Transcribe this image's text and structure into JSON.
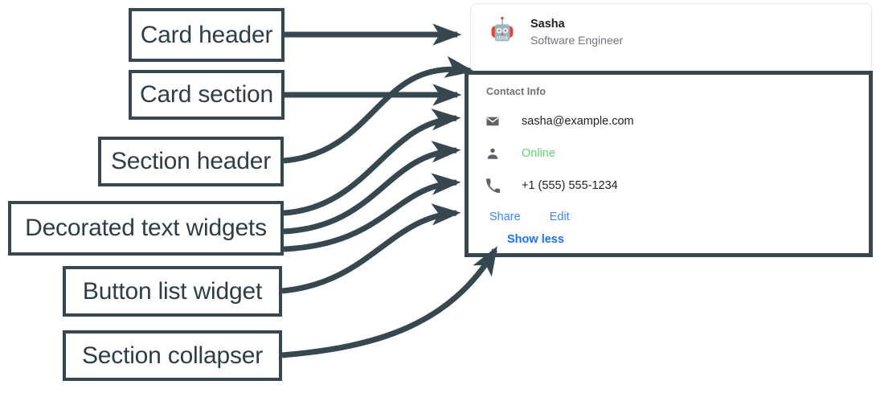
{
  "annotation_color": "#37474f",
  "labels": [
    {
      "id": "card-header",
      "text": "Card header"
    },
    {
      "id": "card-section",
      "text": "Card section"
    },
    {
      "id": "section-header",
      "text": "Section header"
    },
    {
      "id": "decorated-text",
      "text": "Decorated text widgets"
    },
    {
      "id": "button-list",
      "text": "Button list widget"
    },
    {
      "id": "section-collapser",
      "text": "Section collapser"
    }
  ],
  "card": {
    "header": {
      "avatar_icon": "robot-avatar-icon",
      "name": "Sasha",
      "role": "Software Engineer"
    },
    "section": {
      "header": "Contact Info",
      "rows": [
        {
          "icon": "email-icon",
          "text": "sasha@example.com",
          "color": "#202124"
        },
        {
          "icon": "person-icon",
          "text": "Online",
          "color": "#5fd17a"
        },
        {
          "icon": "phone-icon",
          "text": "+1 (555) 555-1234",
          "color": "#202124"
        }
      ],
      "buttons": [
        {
          "label": "Share",
          "color": "#4285f4"
        },
        {
          "label": "Edit",
          "color": "#4285f4"
        }
      ],
      "collapser": {
        "label": "Show less",
        "color": "#1a73e8"
      }
    }
  }
}
